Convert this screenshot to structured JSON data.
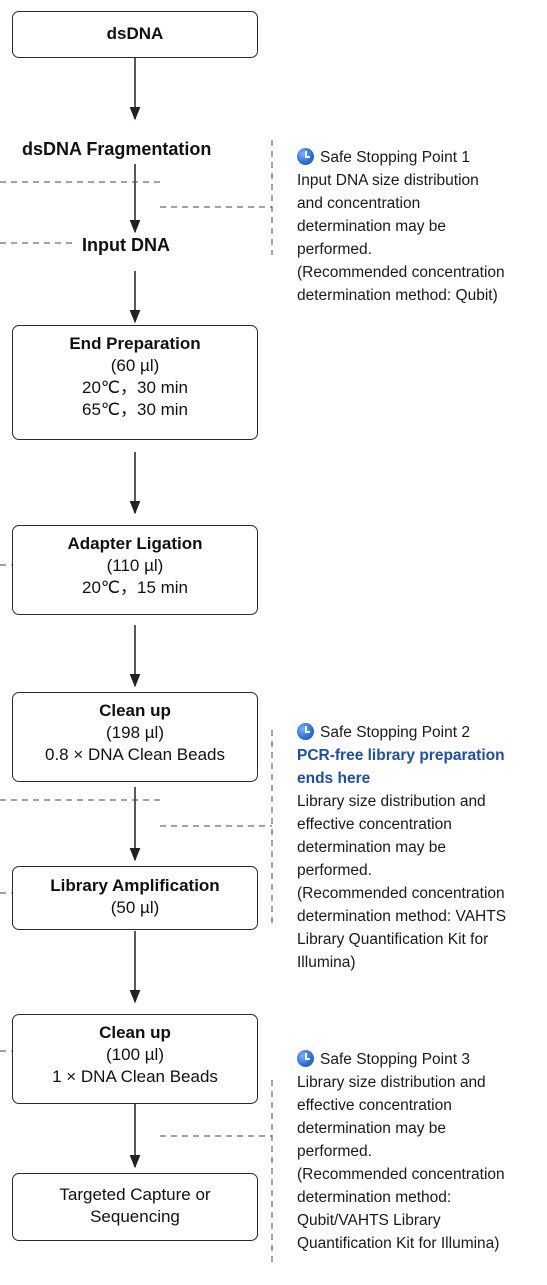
{
  "boxes": {
    "dsdna": {
      "title": "dsDNA"
    },
    "end_prep": {
      "title": "End Preparation",
      "lines": [
        "(60 µl)",
        "20℃，30 min",
        "65℃，30 min"
      ]
    },
    "adapter": {
      "title": "Adapter Ligation",
      "lines": [
        "(110 µl)",
        "20℃，15 min"
      ]
    },
    "cleanup1": {
      "title": "Clean up",
      "lines": [
        "(198 µl)",
        "0.8 × DNA Clean Beads"
      ]
    },
    "amplification": {
      "title": "Library Amplification",
      "lines": [
        "(50 µl)"
      ]
    },
    "cleanup2": {
      "title": "Clean up",
      "lines": [
        "(100 µl)",
        "1 × DNA Clean Beads"
      ]
    },
    "final": {
      "lines": [
        "Targeted Capture or",
        "Sequencing"
      ]
    }
  },
  "labels": {
    "fragmentation": "dsDNA Fragmentation",
    "input_dna": "Input DNA"
  },
  "notes": {
    "ssp1": {
      "title": "Safe Stopping Point 1",
      "lines": [
        "Input DNA size distribution",
        "and concentration",
        "determination may be",
        "performed.",
        "(Recommended concentration",
        "determination method: Qubit)"
      ]
    },
    "ssp2": {
      "title": "Safe Stopping Point 2",
      "highlight": [
        "PCR-free library preparation",
        "ends here"
      ],
      "lines": [
        "Library size distribution and",
        "effective concentration",
        "determination may be",
        "performed.",
        "(Recommended concentration",
        "determination method: VAHTS",
        "Library Quantification Kit for",
        "Illumina)"
      ]
    },
    "ssp3": {
      "title": "Safe Stopping Point 3",
      "lines": [
        "Library size distribution and",
        "effective concentration",
        "determination may be",
        "performed.",
        "(Recommended concentration",
        "determination method:",
        "Qubit/VAHTS Library",
        "Quantification Kit for Illumina)"
      ]
    }
  }
}
